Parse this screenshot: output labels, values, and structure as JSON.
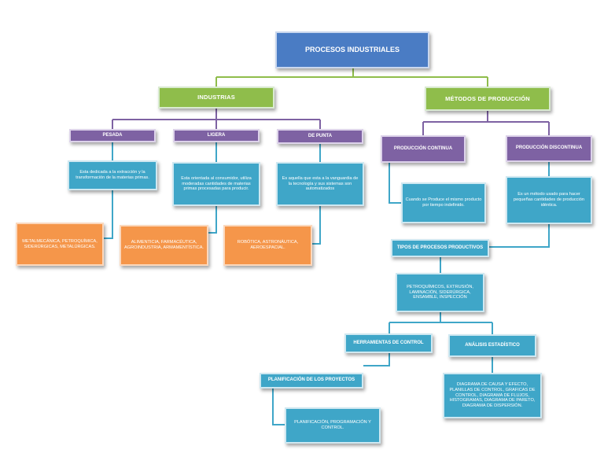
{
  "title": "PROCESOS INDUSTRIALES",
  "industrias": {
    "label": "INDUSTRIAS",
    "pesada": {
      "label": "PESADA",
      "description": "Esta dedicada a la extracción y la transformación de la materias primas.",
      "examples": "METALMECÁNICA, PETROQUÍMICA, SIDERÚRGICAS, METALÚRGICAS."
    },
    "ligera": {
      "label": "LIGERA",
      "description": "Esta orientada al consumidor, utiliza moderadas cantidades de materias primas procesadas para producir.",
      "examples": "ALIMENTICIA, FARMACÉUTICA, AGROINDUSTRIA, ARMAMENTÍSTICA."
    },
    "de_punta": {
      "label": "DE PUNTA",
      "description": "Es aquella que esta a la vanguardia de la tecnología y sus sistemas son automatizados",
      "examples": "ROBÓTICA, ASTRONÁUTICA, AEROESPACIAL."
    }
  },
  "metodos": {
    "label": "MÉTODOS DE PRODUCCIÓN",
    "continua": {
      "label": "PRODUCCIÓN CONTINUA",
      "description": "Cuando se Produce el mismo producto por tiempo indefinido."
    },
    "discontinua": {
      "label": "PRODUCCIÓN DISCONTINUA",
      "description": "Es un método usado para hacer pequeñas cantidades de producción idéntica."
    }
  },
  "tipos": {
    "label": "TIPOS DE PROCESOS PRODUCTIVOS",
    "description": "PETROQUÍMICOS, EXTRUSIÓN, LAMINACIÓN, SIDERÚRGICA, ENSAMBLE, INSPECCIÓN"
  },
  "herramientas": {
    "label": "HERRAMIENTAS DE CONTROL",
    "planificacion": {
      "label": "PLANIFICACIÓN DE LOS PROYECTOS",
      "description": "PLANIFICACIÓN, PROGRAMACIÓN Y CONTROL."
    }
  },
  "analisis": {
    "label": "ANÁLISIS ESTADÍSTICO",
    "description": "DIAGRAMA DE CAUSA Y EFECTO, PLANILLAS DE CONTROL, GRAFICAS DE CONTROL, DIAGRAMA DE FLUJOS, HISTOGRAMAS, DIAGRAMA DE PARETO, DIAGRAMA DE DISPERSIÓN."
  },
  "colors": {
    "title_blue": "#4a7cc4",
    "green": "#8fbd4b",
    "purple": "#7e62a3",
    "teal": "#3fa6c8",
    "orange": "#f5964a"
  }
}
